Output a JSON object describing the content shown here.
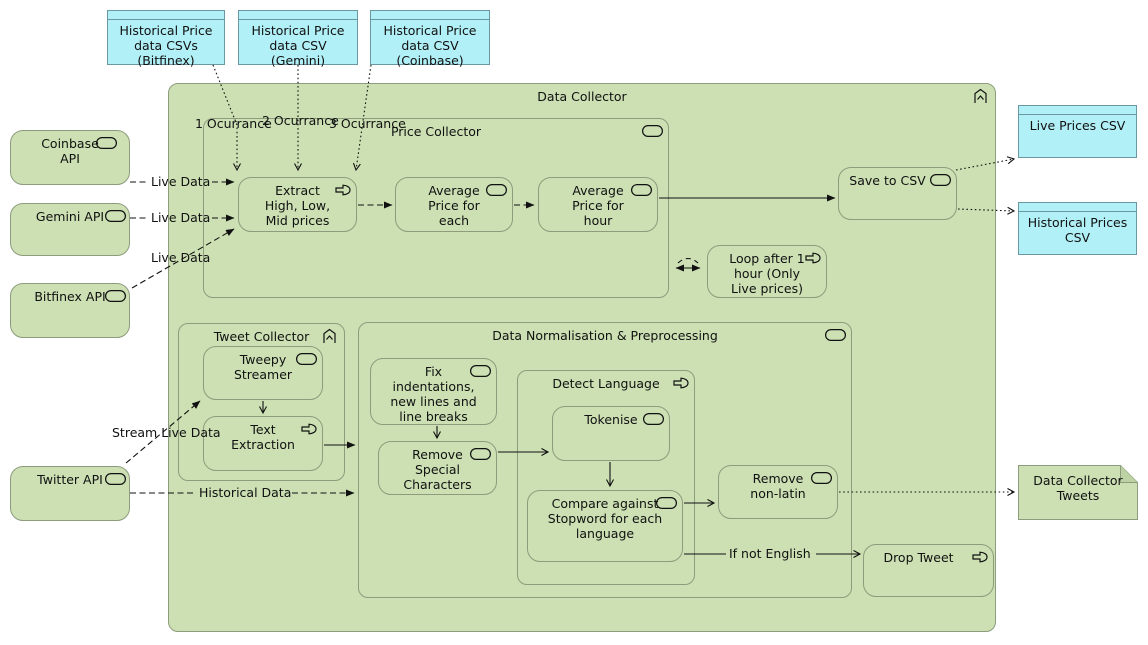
{
  "diagram": {
    "colors": {
      "element_green": "#cce0b3",
      "element_border": "#8d9c7d",
      "object_cyan": "#b2f0f7",
      "object_border": "#6b98a0",
      "line_black": "#111111"
    },
    "nodes": {
      "hist_bitfinex": {
        "label": "Historical Price\ndata CSVs\n(Bitfinex)"
      },
      "hist_gemini": {
        "label": "Historical Price\ndata CSV\n(Gemini)"
      },
      "hist_coinbase": {
        "label": "Historical Price\ndata CSV\n(Coinbase)"
      },
      "live_prices_csv": {
        "label": "Live Prices CSV"
      },
      "hist_prices_csv": {
        "label": "Historical Prices\nCSV"
      },
      "coinbase_api": {
        "label": "Coinbase\nAPI"
      },
      "gemini_api": {
        "label": "Gemini API"
      },
      "bitfinex_api": {
        "label": "Bitfinex API"
      },
      "twitter_api": {
        "label": "Twitter API"
      },
      "data_collector": {
        "label": "Data Collector"
      },
      "price_collector": {
        "label": "Price Collector"
      },
      "extract": {
        "label": "Extract\nHigh, Low,\nMid prices"
      },
      "avg_each": {
        "label": "Average\nPrice for\neach"
      },
      "avg_hour": {
        "label": "Average\nPrice for\nhour"
      },
      "loop": {
        "label": "Loop after 1\nhour (Only\nLive prices)"
      },
      "save_csv": {
        "label": "Save to CSV"
      },
      "tweet_collector": {
        "label": "Tweet Collector"
      },
      "tweepy": {
        "label": "Tweepy\nStreamer"
      },
      "text_extraction": {
        "label": "Text\nExtraction"
      },
      "data_norm": {
        "label": "Data Normalisation & Preprocessing"
      },
      "fix_indent": {
        "label": "Fix\nindentations,\nnew lines and\nline breaks"
      },
      "remove_special": {
        "label": "Remove\nSpecial\nCharacters"
      },
      "detect_language": {
        "label": "Detect Language"
      },
      "tokenise": {
        "label": "Tokenise"
      },
      "compare_stopword": {
        "label": "Compare against\nStopword for each\nlanguage"
      },
      "remove_nonlatin": {
        "label": "Remove\nnon-latin"
      },
      "drop_tweet": {
        "label": "Drop Tweet"
      },
      "tweets_note": {
        "label": "Data Collector\nTweets"
      }
    },
    "edge_labels": {
      "live_data_1": "Live Data",
      "live_data_2": "Live Data",
      "live_data_3": "Live Data",
      "ocurrance_1": "1 Ocurrance",
      "ocurrance_2": "2 Ocurrance",
      "ocurrance_3": "3 Ocurrance",
      "stream_live_data": "Stream Live Data",
      "historical_data": "Historical Data",
      "if_not_english": "If not English"
    }
  }
}
